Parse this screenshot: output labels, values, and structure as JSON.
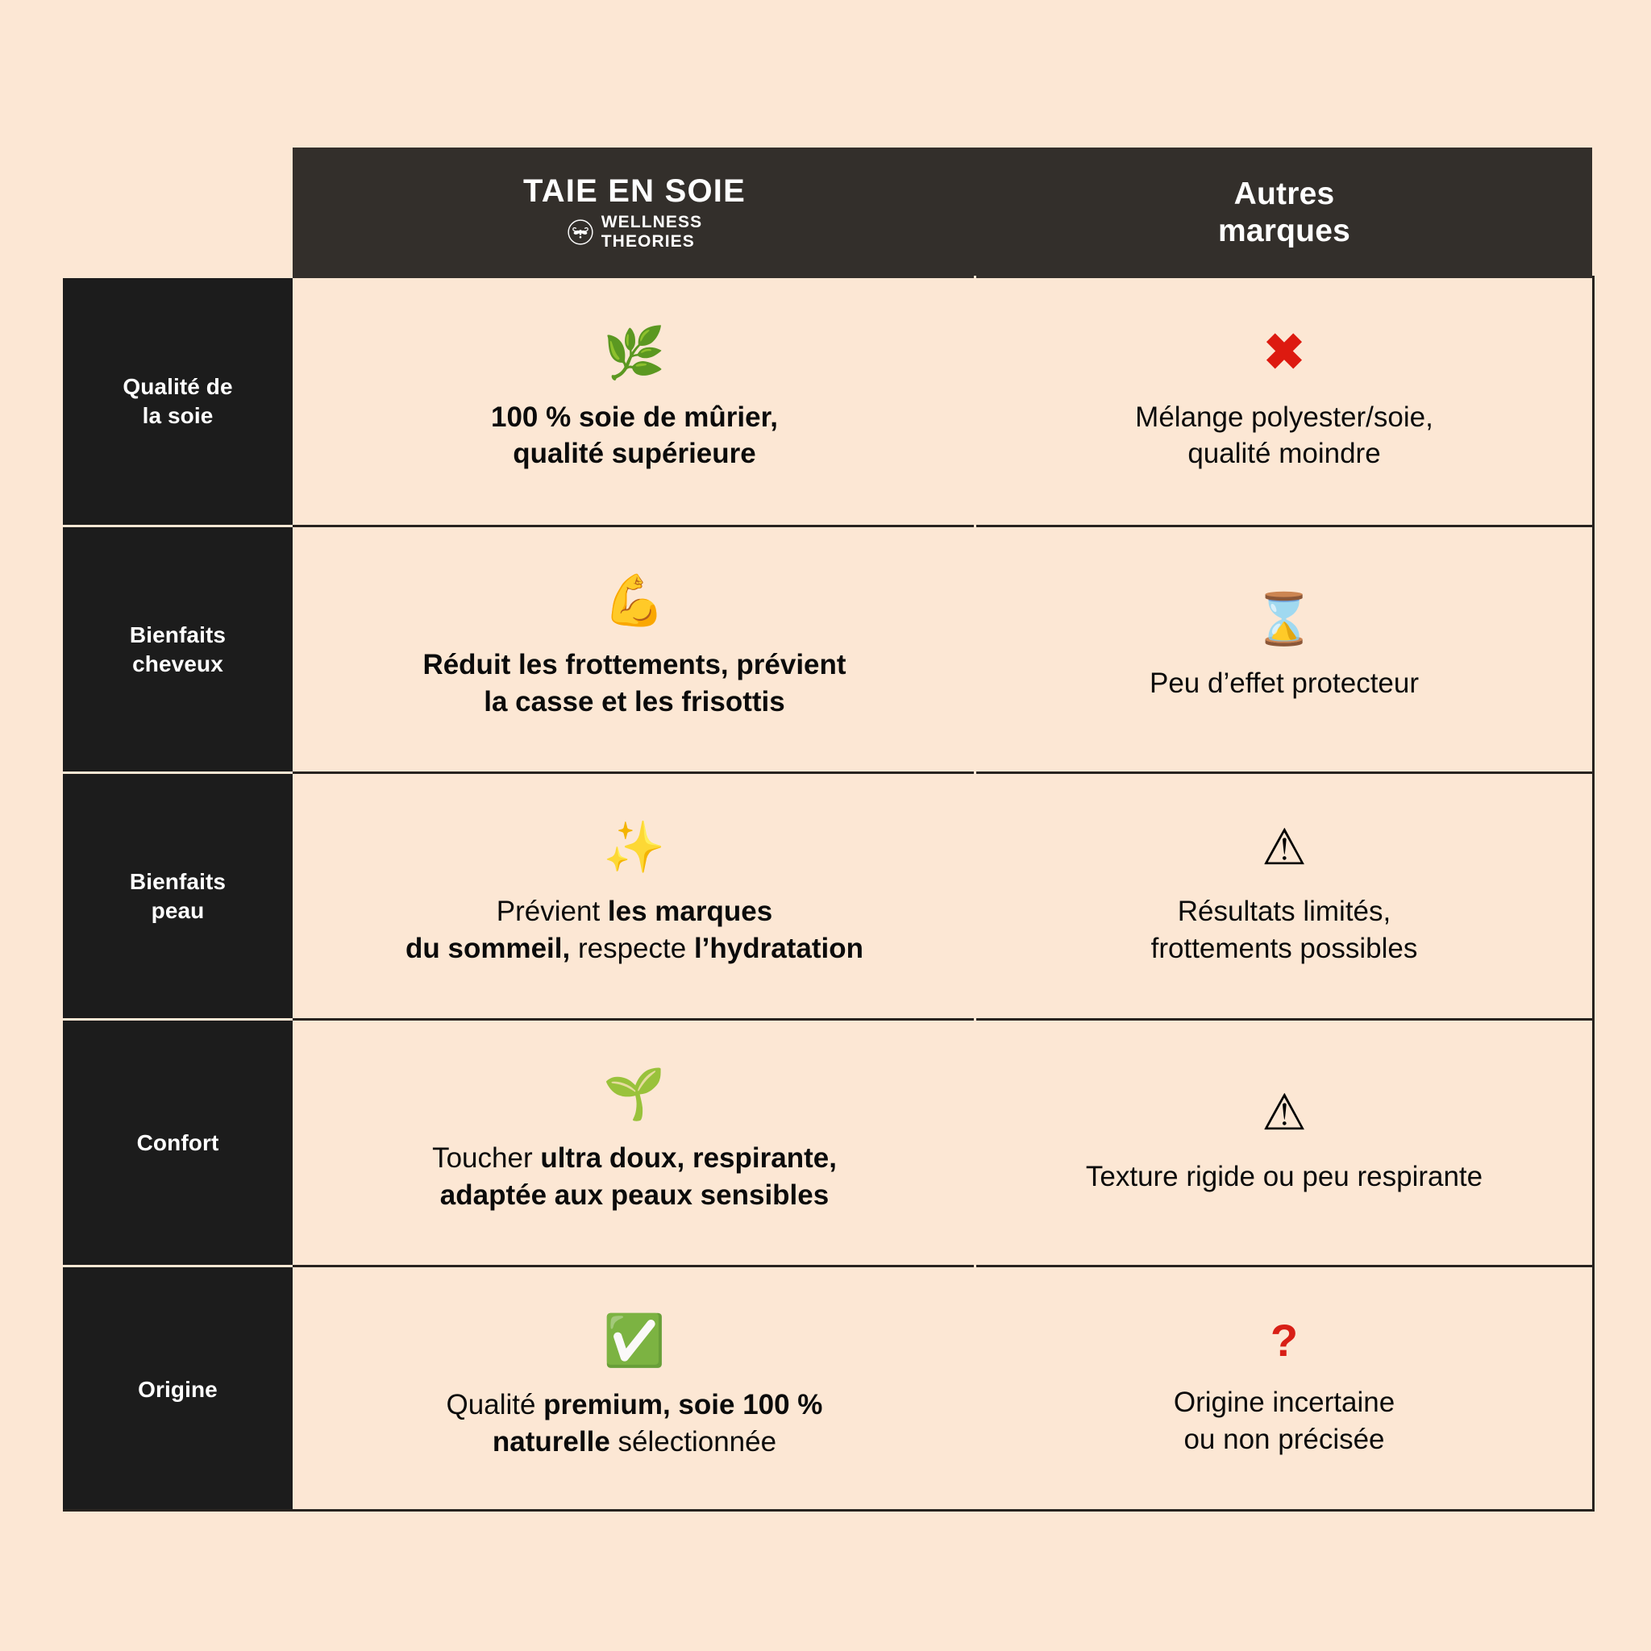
{
  "theme": {
    "page_background": "#FCE7D4",
    "header_background": "#332F2B",
    "label_background": "#1C1C1C",
    "text_color": "#0B0B0B",
    "header_text_color": "#FFFFFF",
    "rule_color": "#27231F",
    "danger_color": "#DD1A10",
    "question_color": "#D81F16"
  },
  "header": {
    "corner": "",
    "brand_column": {
      "title": "TAIE EN SOIE",
      "logo_icon": "bee-in-circle-icon",
      "subtitle_line1": "WELLNESS",
      "subtitle_line2": "THEORIES"
    },
    "other_column": {
      "line1": "Autres",
      "line2": "marques"
    }
  },
  "rows": [
    {
      "label": "Qualité de la soie",
      "label_line1": "Qualité de",
      "label_line2": "la soie",
      "brand": {
        "icon": "herb-leaf-emoji",
        "icon_glyph": "🌿",
        "text_html": "<b>100 % soie de mûrier,<br>qualité supérieure</b>",
        "text_plain": "100 % soie de mûrier, qualité supérieure",
        "weight": "bold"
      },
      "other": {
        "icon": "red-cross-mark-icon",
        "icon_glyph": "✖",
        "text_html": "Mélange polyester/soie,<br>qualité moindre",
        "text_plain": "Mélange polyester/soie, qualité moindre",
        "weight": "regular"
      }
    },
    {
      "label": "Bienfaits cheveux",
      "label_line1": "Bienfaits",
      "label_line2": "cheveux",
      "brand": {
        "icon": "flexed-biceps-emoji",
        "icon_glyph": "💪",
        "text_html": "<b>Réduit les frottements, prévient<br>la casse et les frisottis</b>",
        "text_plain": "Réduit les frottements, prévient la casse et les frisottis",
        "weight": "bold"
      },
      "other": {
        "icon": "hourglass-emoji",
        "icon_glyph": "⌛",
        "text_html": "Peu d’effet protecteur",
        "text_plain": "Peu d’effet protecteur",
        "weight": "regular"
      }
    },
    {
      "label": "Bienfaits peau",
      "label_line1": "Bienfaits",
      "label_line2": "peau",
      "brand": {
        "icon": "sparkles-emoji",
        "icon_glyph": "✨",
        "text_html": "Prévient <b>les marques<br>du sommeil,</b> respecte <b>l’hydratation</b>",
        "text_plain": "Prévient les marques du sommeil, respecte l’hydratation",
        "weight": "mixed"
      },
      "other": {
        "icon": "warning-triangle-emoji",
        "icon_glyph": "⚠",
        "text_html": "Résultats limités,<br>frottements possibles",
        "text_plain": "Résultats limités, frottements possibles",
        "weight": "regular"
      }
    },
    {
      "label": "Confort",
      "label_line1": "Confort",
      "label_line2": "",
      "brand": {
        "icon": "seedling-emoji",
        "icon_glyph": "🌱",
        "text_html": "Toucher <b>ultra doux, respirante,<br>adaptée aux peaux sensibles</b>",
        "text_plain": "Toucher ultra doux, respirante, adaptée aux peaux sensibles",
        "weight": "mixed"
      },
      "other": {
        "icon": "warning-triangle-emoji",
        "icon_glyph": "⚠",
        "text_html": "Texture rigide ou peu respirante",
        "text_plain": "Texture rigide ou peu respirante",
        "weight": "regular"
      }
    },
    {
      "label": "Origine",
      "label_line1": "Origine",
      "label_line2": "",
      "brand": {
        "icon": "green-check-mark-button-emoji",
        "icon_glyph": "✅",
        "text_html": "Qualité <b>premium, soie 100 %<br>naturelle</b> sélectionnée",
        "text_plain": "Qualité premium, soie 100 % naturelle sélectionnée",
        "weight": "mixed"
      },
      "other": {
        "icon": "red-question-mark-icon",
        "icon_glyph": "?",
        "text_html": "Origine incertaine<br>ou non précisée",
        "text_plain": "Origine incertaine ou non précisée",
        "weight": "regular"
      }
    }
  ]
}
